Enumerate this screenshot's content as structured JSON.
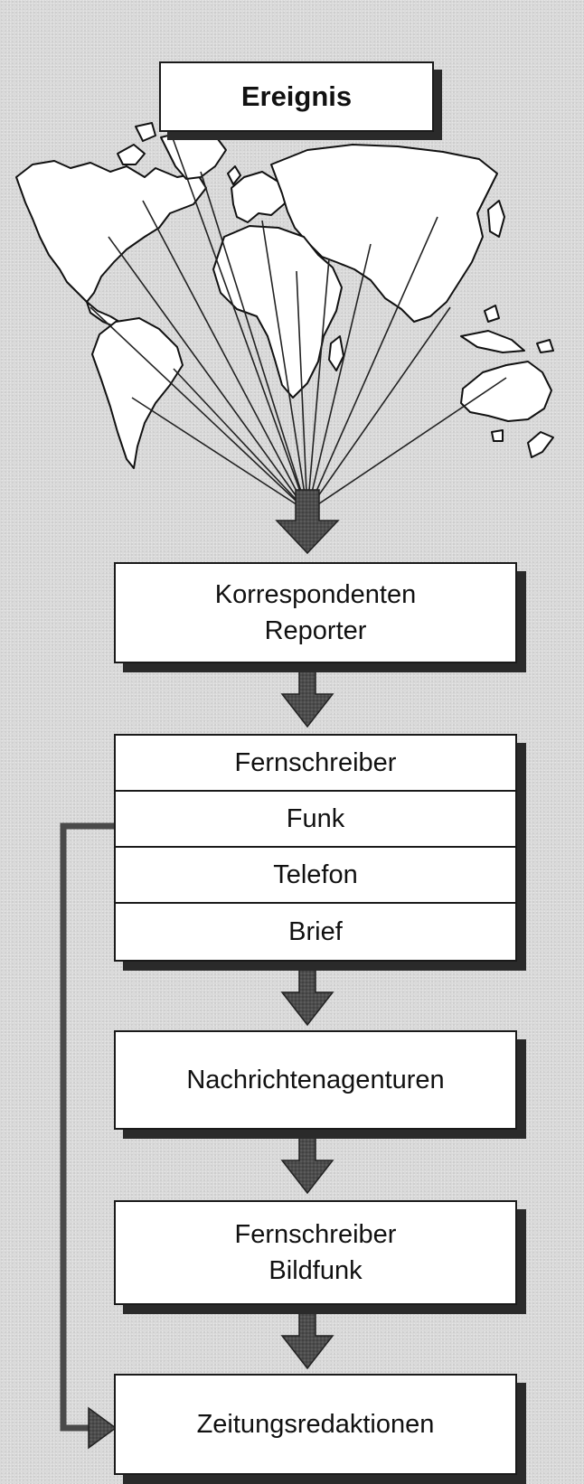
{
  "diagram": {
    "event_box": {
      "label": "Ereignis"
    },
    "correspondents_box": {
      "line1": "Korrespondenten",
      "line2": "Reporter"
    },
    "channels": [
      "Fernschreiber",
      "Funk",
      "Telefon",
      "Brief"
    ],
    "agencies_box": {
      "label": "Nachrichtenagenturen"
    },
    "transmission_box": {
      "line1": "Fernschreiber",
      "line2": "Bildfunk"
    },
    "newsrooms_box": {
      "label": "Zeitungsredaktionen"
    }
  },
  "illustration": {
    "icon": "world-map-icon"
  },
  "colors": {
    "shadow": "#2a2a2a",
    "box_fill": "#ffffff",
    "arrow": "#4a4a4a",
    "map_fill": "#ffffff"
  }
}
